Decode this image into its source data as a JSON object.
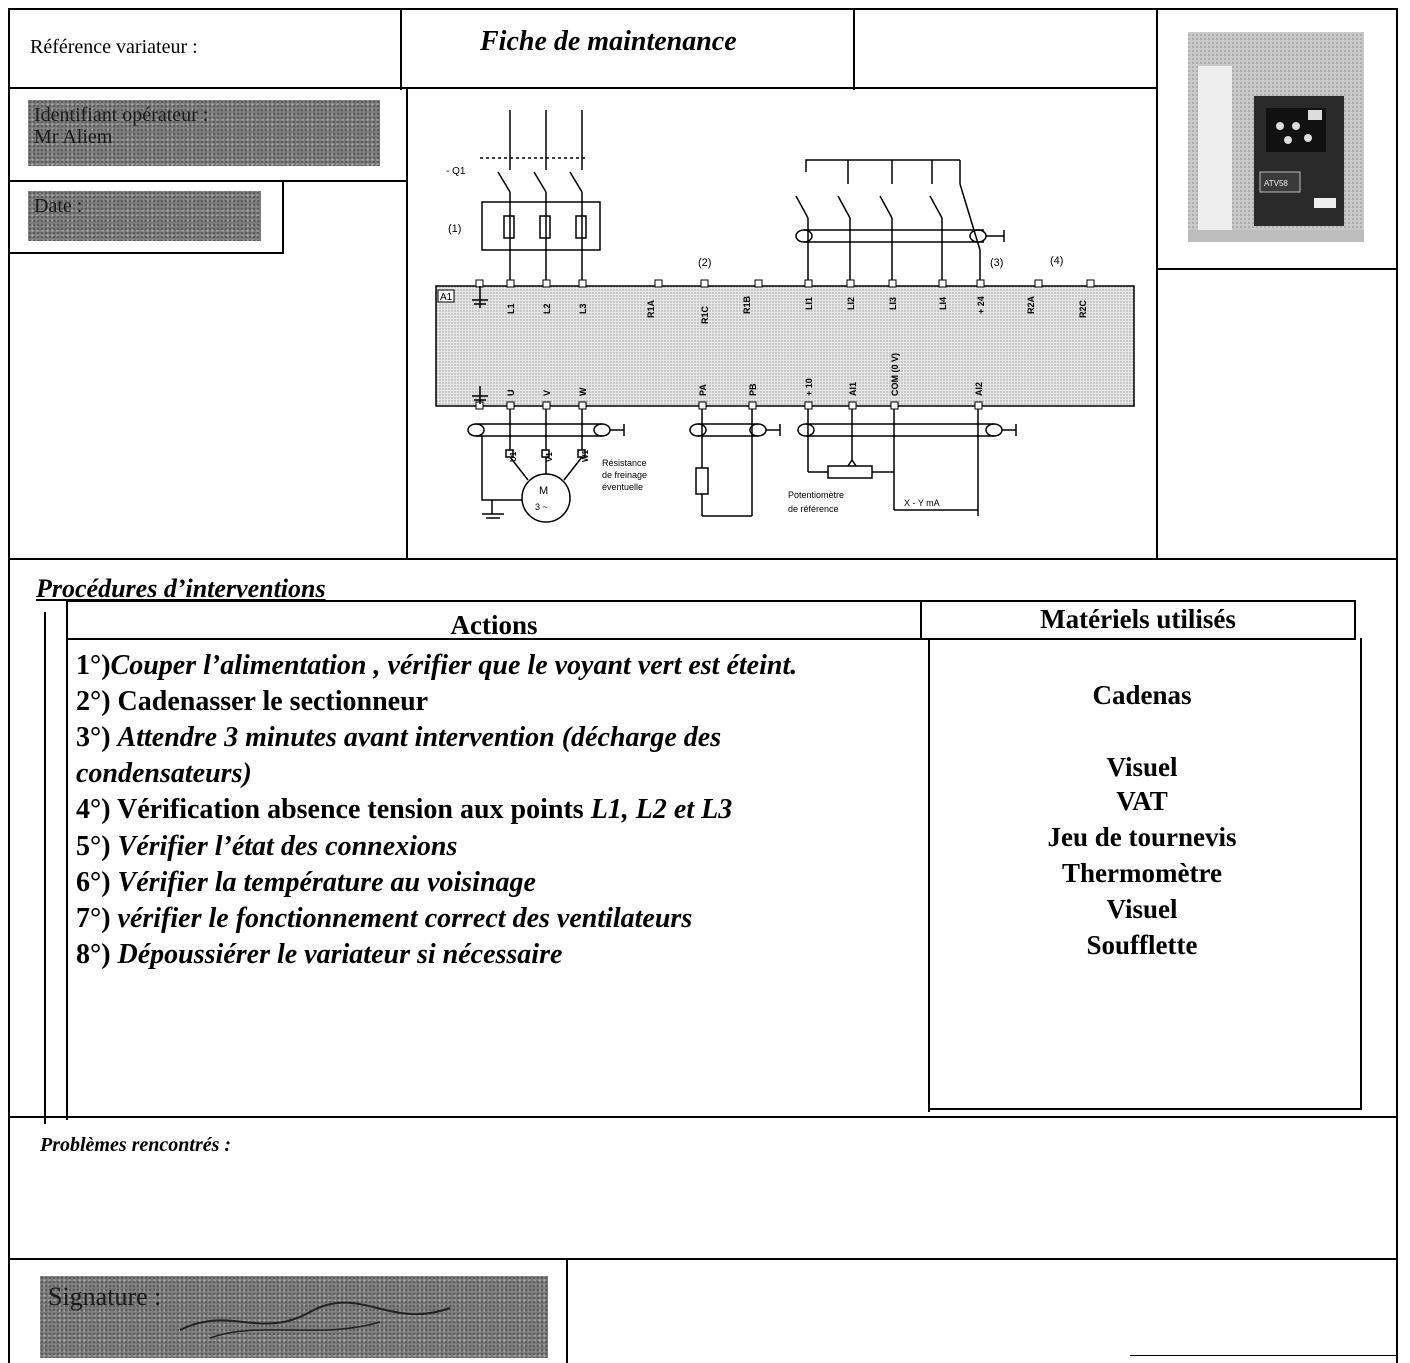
{
  "header": {
    "reference_label": "Référence variateur :",
    "title": "Fiche de maintenance"
  },
  "operator": {
    "line1": "Identifiant opérateur :",
    "line2": "Mr Aliem"
  },
  "date_label": "Date :",
  "photo": {
    "device_label": "ATV58"
  },
  "diagram": {
    "q1": "- Q1",
    "marker1": "(1)",
    "marker2": "(2)",
    "marker3": "(3)",
    "marker4": "(4)",
    "a1": "A1",
    "top_terminals": [
      "L1",
      "L2",
      "L3",
      "R1A",
      "R1C",
      "R1B",
      "LI1",
      "LI2",
      "LI3",
      "LI4",
      "+ 24",
      "R2A",
      "R2C"
    ],
    "bottom_terminals": [
      "U",
      "V",
      "W",
      "PA",
      "PB",
      "+ 10",
      "AI1",
      "COM (0 V)",
      "AI2"
    ],
    "motor_terminals": [
      "U1",
      "V1",
      "W1"
    ],
    "motor": "M",
    "motor_sub": "3 ~",
    "resistance_label": [
      "Résistance",
      "de freinage",
      "éventuelle"
    ],
    "pot_label": [
      "Potentiomètre",
      "de référence"
    ],
    "current_label": "X - Y mA"
  },
  "procedures": {
    "title": "Procédures  d’interventions",
    "col_actions": "Actions",
    "col_materials": "Matériels utilisés",
    "steps": [
      {
        "n": "1°)",
        "t": "Couper l’alimentation , vérifier que le voyant vert est éteint.",
        "it": true
      },
      {
        "n": "2°) ",
        "t": "Cadenasser le sectionneur",
        "it": false
      },
      {
        "n": "3°) ",
        "t": "Attendre 3 minutes avant intervention (décharge des",
        "it": true
      },
      {
        "n": "",
        "t": "condensateurs)",
        "it": true
      },
      {
        "n": "4°) ",
        "t": "Vérification absence tension aux points ",
        "it": false,
        "tail": "L1, L2 et L3"
      },
      {
        "n": "5°) ",
        "t": "Vérifier l’état des connexions",
        "it": true
      },
      {
        "n": "6°) ",
        "t": "Vérifier la température au voisinage",
        "it": true
      },
      {
        "n": "7°) ",
        "t": "vérifier le fonctionnement correct des ventilateurs",
        "it": true
      },
      {
        "n": "8°) ",
        "t": "Dépoussiérer le variateur si nécessaire",
        "it": true
      }
    ],
    "materials": [
      "Cadenas",
      "Visuel",
      "VAT",
      "Jeu de tournevis",
      "Thermomètre",
      "Visuel",
      "Soufflette"
    ]
  },
  "problems_label": "Problèmes rencontrés :",
  "signature_label": "Signature :"
}
